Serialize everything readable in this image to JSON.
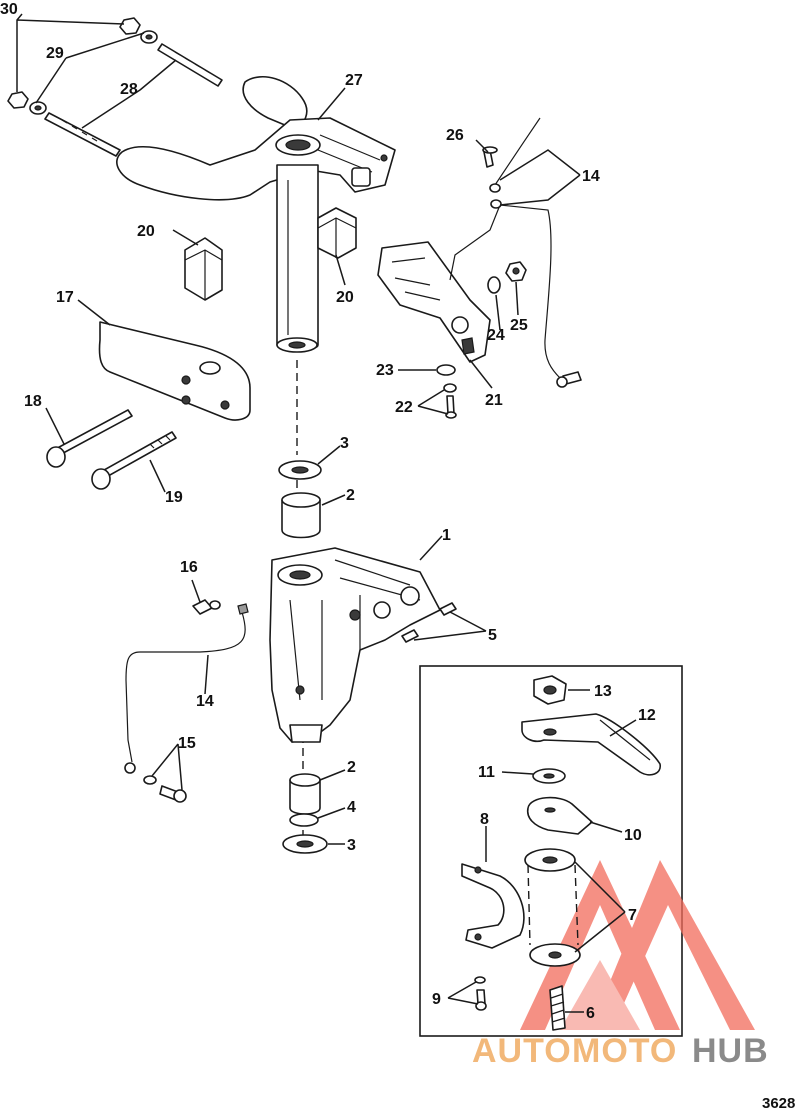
{
  "figure_number": "3628",
  "watermark": {
    "part1": "AUTO",
    "part2": "MOTO",
    "part3": "HUB",
    "color_primary": "#f26b5b",
    "color_orange": "#f2b87a",
    "color_grey": "#8a8a8a"
  },
  "callouts": {
    "c30": "30",
    "c29": "29",
    "c28": "28",
    "c27": "27",
    "c26": "26",
    "c14a": "14",
    "c20a": "20",
    "c20b": "20",
    "c17": "17",
    "c25": "25",
    "c24": "24",
    "c23": "23",
    "c21": "21",
    "c22": "22",
    "c18": "18",
    "c19": "19",
    "c3a": "3",
    "c2a": "2",
    "c1": "1",
    "c16": "16",
    "c5": "5",
    "c14b": "14",
    "c15": "15",
    "c2b": "2",
    "c4": "4",
    "c3b": "3",
    "c13": "13",
    "c12": "12",
    "c11": "11",
    "c10": "10",
    "c8": "8",
    "c7": "7",
    "c9": "9",
    "c6": "6"
  }
}
